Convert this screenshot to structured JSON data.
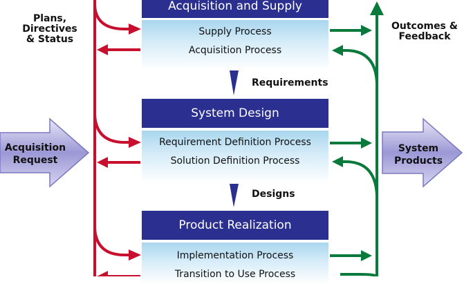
{
  "left_label": [
    "Plans,",
    "Directives",
    "& Status"
  ],
  "right_label": [
    "Outcomes &",
    "Feedback"
  ],
  "input": [
    "Acquisition",
    "Request"
  ],
  "output": [
    "System",
    "Products"
  ],
  "stages": [
    {
      "title": "Acquisition and Supply",
      "processes": [
        "Supply Process",
        "Acquisition Process"
      ]
    },
    {
      "title": "System Design",
      "processes": [
        "Requirement Definition Process",
        "Solution Definition Process"
      ]
    },
    {
      "title": "Product Realization",
      "processes": [
        "Implementation Process",
        "Transition to Use Process"
      ]
    }
  ],
  "flows": [
    "Requirements",
    "Designs"
  ],
  "colors": {
    "header": "#2b2f8f",
    "red": "#c8102e",
    "green": "#0a7a3c",
    "box_top": "#a9d6ee"
  }
}
